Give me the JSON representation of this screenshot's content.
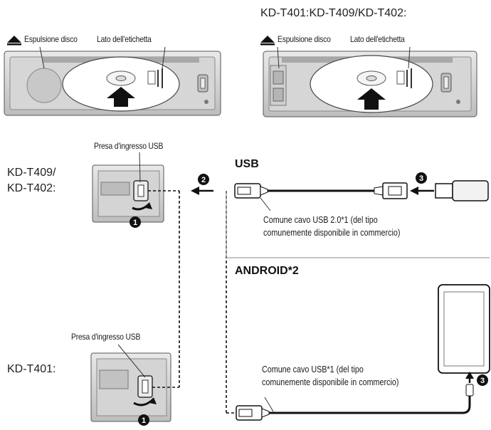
{
  "top_right_title": "KD-T401:KD-T409/KD-T402:",
  "panel_left": {
    "eject_label": "Espulsione disco",
    "label_side": "Lato dell'etichetta"
  },
  "panel_right": {
    "eject_label": "Espulsione disco",
    "label_side": "Lato dell'etichetta"
  },
  "usb_socket_label_top": "Presa d'ingresso USB",
  "usb_socket_label_bottom": "Presa d'ingresso USB",
  "model_t409_t402": "KD-T409/\nKD-T402:",
  "model_t401": "KD-T401:",
  "usb_heading": "USB",
  "android_heading": "ANDROID*2",
  "usb_cable_text": "Comune cavo USB 2.0*1 (del tipo\ncomunemente disponibile in commercio)",
  "android_cable_text": "Comune cavo USB*1 (del tipo\ncomunemente disponibile in commercio)",
  "steps": {
    "one": "1",
    "two": "2",
    "three": "3"
  },
  "colors": {
    "line": "#111111",
    "panel_fill": "#d9d9d9",
    "panel_dark": "#9a9a9a"
  }
}
